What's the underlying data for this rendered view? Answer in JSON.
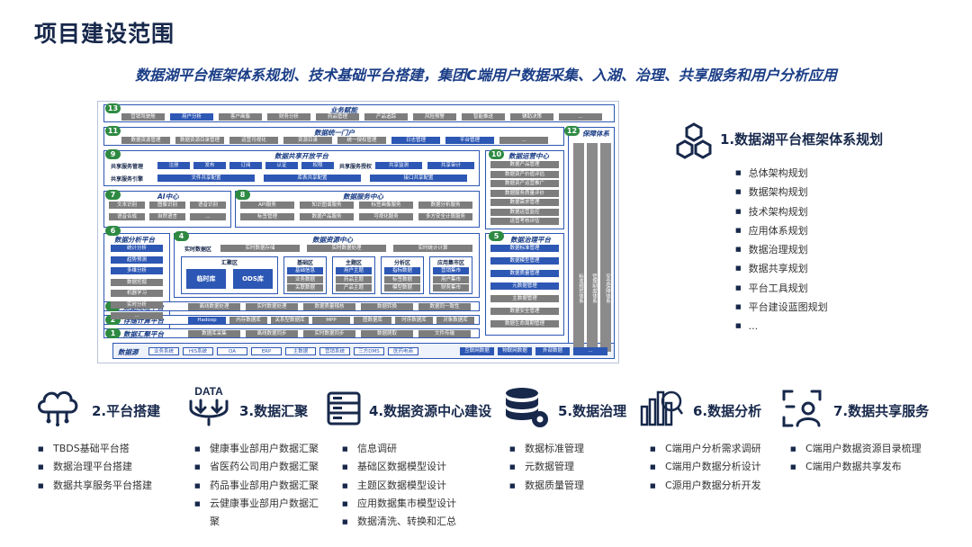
{
  "title": "项目建设范围",
  "subtitle": "数据湖平台框架体系规划、技术基础平台搭建，集团C端用户数据采集、入湖、治理、共享服务和用户分析应用",
  "arch": {
    "business": {
      "num": "13",
      "label": "业务赋能",
      "items": [
        "营销驾驶舱",
        "用户分析",
        "客户画像",
        "财务分析",
        "药品管理",
        "产品追踪",
        "风险预警",
        "智能推送",
        "辅助决策",
        "..."
      ]
    },
    "portal": {
      "num": "11",
      "label": "数据统一门户",
      "items": [
        "数据资源管理",
        "数据资源目录管理",
        "运营可视化",
        "资源目录",
        "统一授权管理",
        "日志管理",
        "平台管理",
        "..."
      ]
    },
    "share": {
      "num": "9",
      "label": "数据共享开放平台",
      "row1_label": "共享服务管理",
      "row1": [
        "注册",
        "发布",
        "订阅",
        "认证",
        "权限"
      ],
      "row1b_label": "共享服务授权",
      "row1b": [
        "共享监测",
        "共享审计"
      ],
      "row2_label": "共享服务引擎",
      "row2": [
        "文件共享配置",
        "库表共享配置",
        "接口共享配置"
      ]
    },
    "ops": {
      "num": "10",
      "label": "数据运营中心",
      "items": [
        "数据产品管理",
        "数据资产价值评估",
        "数据资产运营推广",
        "数据服务质量评价",
        "数据需求管理",
        "数据运营监控",
        "运营考核评估"
      ]
    },
    "security": {
      "num": "12",
      "label": "保障体系",
      "cols": [
        "标准规范体系",
        "管理制度体系",
        "安全保障体系"
      ]
    },
    "ai": {
      "num": "7",
      "label": "AI中心",
      "items": [
        "文本识别",
        "图像识别",
        "语音识别",
        "语音合成",
        "自然语言",
        "..."
      ]
    },
    "service": {
      "num": "8",
      "label": "数据服务中心",
      "items": [
        "API服务",
        "知识图谱服务",
        "标签画像服务",
        "数据分析服务",
        "标签管理",
        "数据产品服务",
        "可视化服务",
        "多方安全计算服务"
      ]
    },
    "analysis": {
      "num": "6",
      "label": "数据分析平台",
      "items": [
        "统计分析",
        "趋势预测",
        "多维分析",
        "数据挖掘",
        "机器学习",
        "实时分析",
        "..."
      ]
    },
    "resource": {
      "num": "4",
      "label": "数据资源中心",
      "top_label": "实时数据区",
      "top_items": [
        "实时数据存储",
        "实时数据处理",
        "实时统计计算"
      ],
      "zones": [
        {
          "label": "汇聚区",
          "items": [
            "临时库",
            "ODS库"
          ]
        },
        {
          "label": "基础区",
          "items": [
            "基础信息",
            "业务数据",
            "关联数据"
          ]
        },
        {
          "label": "主题区",
          "items": [
            "用户主题",
            "药品主题",
            "产品主题"
          ]
        },
        {
          "label": "分析区",
          "items": [
            "指标数据",
            "标签数据",
            "模型数据"
          ]
        },
        {
          "label": "应用集市区",
          "items": [
            "营销集市",
            "用户集市",
            "财务集市"
          ]
        }
      ]
    },
    "governance": {
      "num": "5",
      "label": "数据治理平台",
      "items": [
        "数据标准管理",
        "数据模型管理",
        "数据质量管理",
        "元数据管理",
        "主数据管理",
        "数据安全管理",
        "数据生命周期管理"
      ]
    },
    "processing": {
      "num": "3",
      "label": "数据处理平台",
      "items": [
        "离线数据处理",
        "实时数据处理",
        "数据质量稽核",
        "数据转换",
        "数据同一致性"
      ]
    },
    "storage": {
      "num": "2",
      "label": "存储计算平台",
      "items": [
        "Hadoop",
        "内存数据库",
        "关系型数据库",
        "MPP",
        "图数据库",
        "时序数据库",
        "对象数据库"
      ]
    },
    "collection": {
      "num": "1",
      "label": "数据汇聚平台",
      "items": [
        "数据库采集",
        "离线数据同步",
        "实时数据同步",
        "数据爬取",
        "文件传输"
      ]
    },
    "sources": {
      "label": "数据源",
      "items": [
        "业务系统",
        "HIS系统",
        "OA",
        "ERP",
        "主数据",
        "营销系统",
        "三方DMS",
        "医药电商",
        "互联网数据",
        "物联网数据",
        "外部数据",
        "..."
      ]
    }
  },
  "plan": {
    "title": "1.数据湖平台框架体系规划",
    "items": [
      "总体架构规划",
      "数据架构规划",
      "技术架构规划",
      "应用体系规划",
      "数据治理规划",
      "数据共享规划",
      "平台工具规划",
      "平台建设蓝图规划",
      "..."
    ]
  },
  "categories": [
    {
      "icon": "cloud-network-icon",
      "title": "2.平台搭建",
      "items": [
        "TBDS基础平台搭",
        "数据治理平台搭建",
        "数据共享服务平台搭建"
      ]
    },
    {
      "icon": "data-funnel-icon",
      "icon_text": "DATA",
      "title": "3.数据汇聚",
      "items": [
        "健康事业部用户数据汇聚",
        "省医药公司用户数据汇聚",
        "药品事业部用户数据汇聚",
        "云健康事业部用户数据汇聚"
      ]
    },
    {
      "icon": "server-rack-icon",
      "title": "4.数据资源中心建设",
      "items": [
        "信息调研",
        "基础区数据模型设计",
        "主题区数据模型设计",
        "应用数据集市模型设计",
        "数据清洗、转换和汇总"
      ]
    },
    {
      "icon": "database-gear-icon",
      "title": "5.数据治理",
      "items": [
        "数据标准管理",
        "元数据管理",
        "数据质量管理"
      ]
    },
    {
      "icon": "bar-chart-search-icon",
      "title": "6.数据分析",
      "items": [
        "C端用户分析需求调研",
        "C端用户数据分析设计",
        "C源用户数据分析开发"
      ]
    },
    {
      "icon": "user-scan-icon",
      "title": "7.数据共享服务",
      "items": [
        "C端用户数据资源目录梳理",
        "C端用户数据共享发布"
      ]
    }
  ]
}
